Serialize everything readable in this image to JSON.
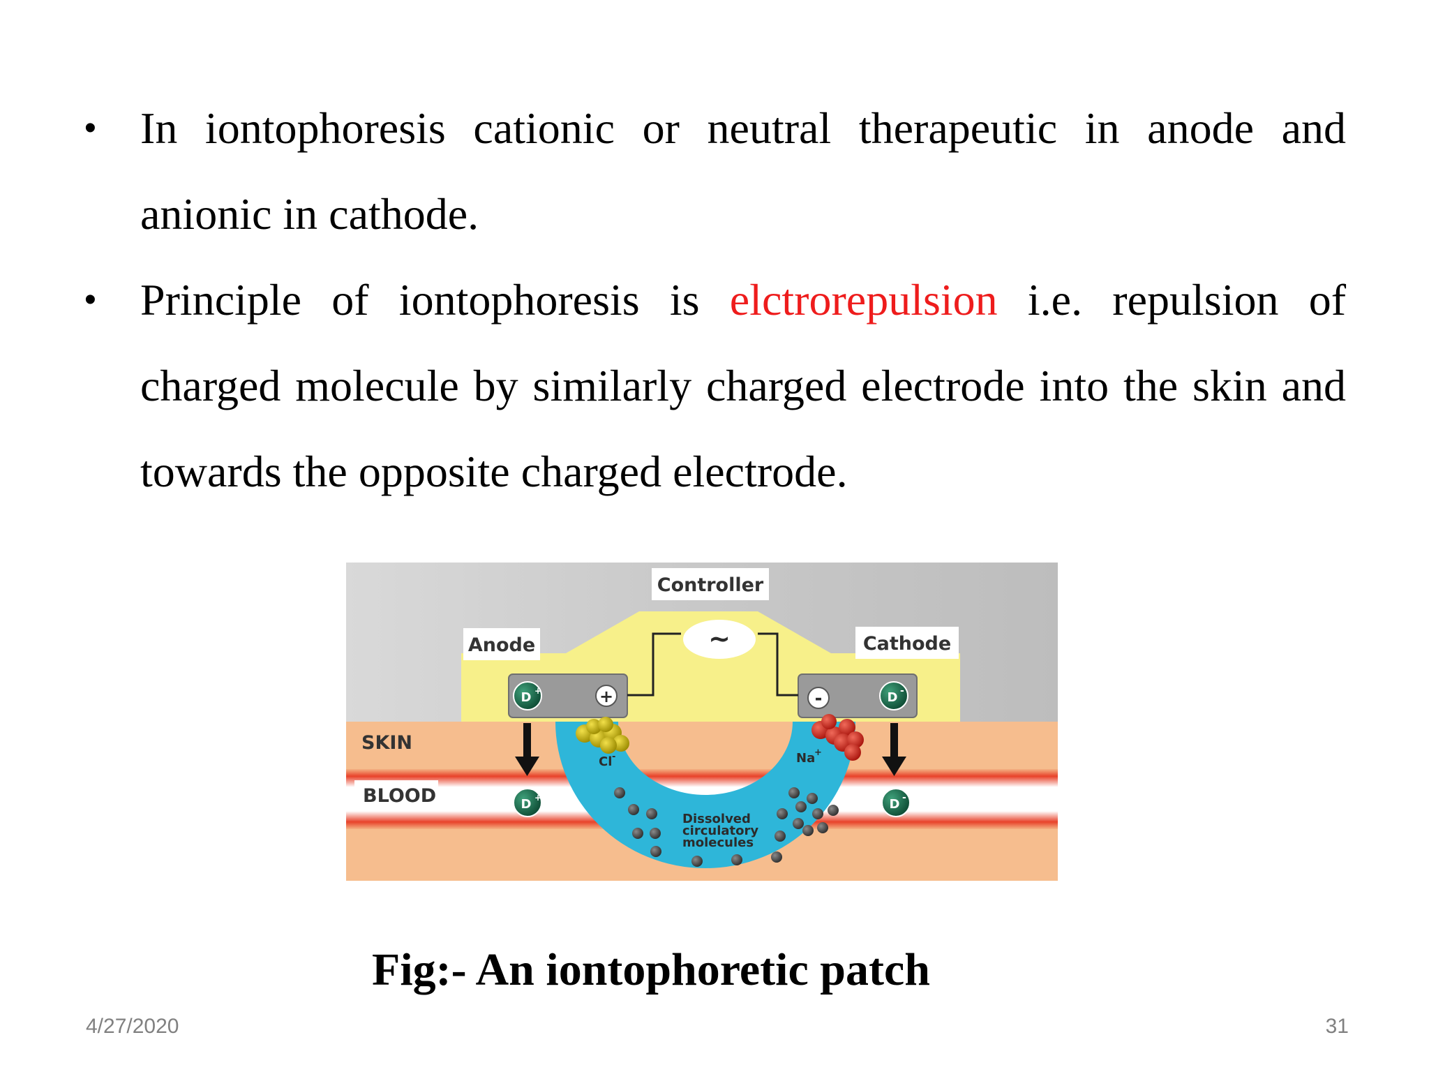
{
  "bullets": [
    {
      "text": "In iontophoresis cationic or neutral therapeutic in anode and anionic in cathode."
    },
    {
      "before": "Principle of iontophoresis is ",
      "highlight": "elctrorepulsion",
      "after": " i.e. repulsion of charged molecule by similarly charged electrode into the skin and towards the opposite charged electrode."
    }
  ],
  "colors": {
    "highlight": "#ee1c1c",
    "text": "#000000",
    "footer": "#808080"
  },
  "figure": {
    "labels": {
      "controller": "Controller",
      "anode": "Anode",
      "cathode": "Cathode",
      "skin": "SKIN",
      "blood": "BLOOD",
      "ac_symbol": "~",
      "plus": "+",
      "minus": "-",
      "chloride": "Cl",
      "sodium": "Na",
      "drug_pos": "D",
      "drug_neg": "D",
      "dissolved_1": "Dissolved",
      "dissolved_2": "circulatory",
      "dissolved_3": "molecules"
    },
    "icons": [
      "arrow-down-icon",
      "drug-ion-icon"
    ]
  },
  "caption": "Fig:- An iontophoretic patch",
  "footer": {
    "date": "4/27/2020",
    "page": "31"
  }
}
